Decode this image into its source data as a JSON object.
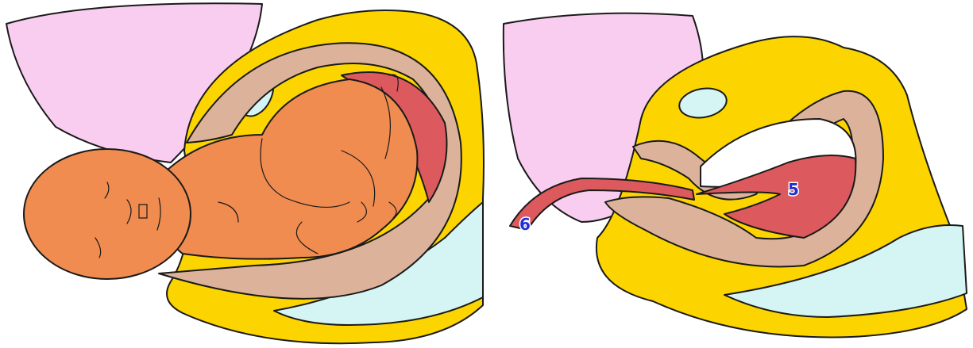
{
  "palette": {
    "bladder": "#f9cdef",
    "fat": "#fcd400",
    "uterine_wall": "#dcb39a",
    "placenta": "#dc5a5e",
    "fetus": "#f08c50",
    "bone": "#d5f4f4",
    "cavity": "#ffffff"
  },
  "left_diagram": {
    "subject": "fetus-in-uterus"
  },
  "right_diagram": {
    "labels": {
      "placenta_marker": "5",
      "cord_marker": "6"
    }
  }
}
